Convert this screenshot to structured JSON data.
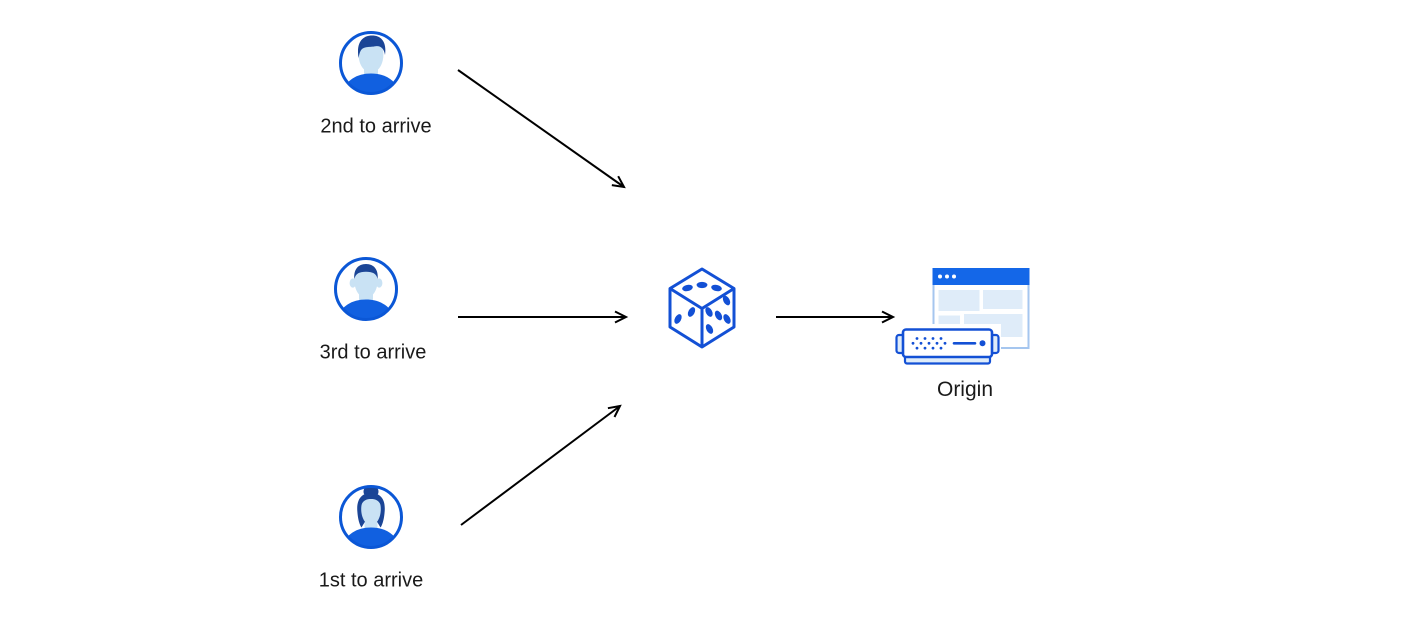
{
  "diagram": {
    "users": [
      {
        "label": "2nd to arrive",
        "icon": "man-swept-hair-avatar"
      },
      {
        "label": "3rd to arrive",
        "icon": "man-short-hair-avatar"
      },
      {
        "label": "1st to arrive",
        "icon": "woman-bun-avatar"
      }
    ],
    "center_icon": "dice-icon",
    "dice_faces": {
      "top_dots": 3,
      "left_dots": 2,
      "right_dots": 5
    },
    "origin": {
      "label": "Origin",
      "icons": [
        "browser-window-icon",
        "server-icon"
      ]
    },
    "colors": {
      "background": "#ffffff",
      "primary_blue": "#1350d5",
      "avatar_ring_blue": "#0b57d6",
      "titlebar_blue": "#1467e8",
      "shirt_blue": "#1160e0",
      "hair_navy": "#1b4596",
      "skin_light_blue": "#c9e2f4",
      "panel_light_blue": "#dfecf9",
      "window_border_blue": "#a5c6ef",
      "arrow_black": "#000000",
      "text_black": "#1a1a1a"
    }
  }
}
